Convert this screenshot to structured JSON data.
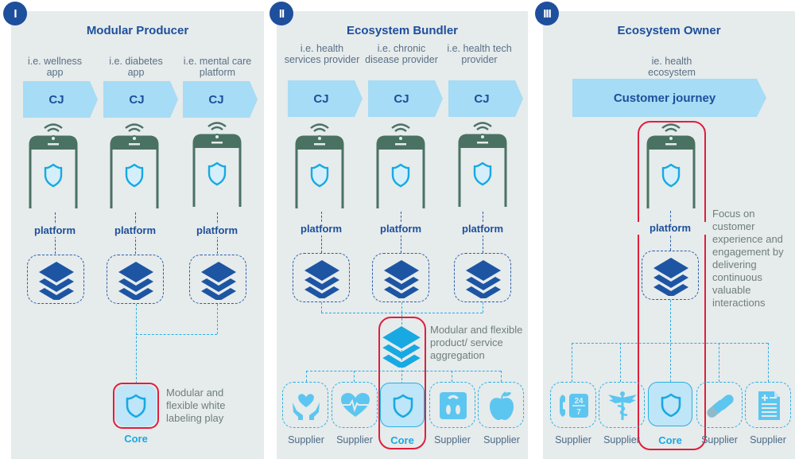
{
  "colors": {
    "panel_bg": "#e6ebec",
    "title_blue": "#1d4f9b",
    "badge_blue": "#1e4f9c",
    "cj_fill": "#a6dcf5",
    "phone_green": "#4a7262",
    "core_cyan": "#18a9e2",
    "highlight_red": "#e01e3c",
    "note_gray": "#6f7f78"
  },
  "panels": [
    {
      "badge": "I",
      "title": "Modular Producer",
      "examples": [
        "i.e. wellness app",
        "i.e. diabetes app",
        "i.e. mental care platform"
      ],
      "journey_labels": [
        "CJ",
        "CJ",
        "CJ"
      ],
      "platform_labels": [
        "platform",
        "platform",
        "platform"
      ],
      "core_label": "Core",
      "note": "Modular and flexible white labeling play"
    },
    {
      "badge": "II",
      "title": "Ecosystem Bundler",
      "examples": [
        "i.e. health services provider",
        "i.e. chronic disease provider",
        "i.e. health tech provider"
      ],
      "journey_labels": [
        "CJ",
        "CJ",
        "CJ"
      ],
      "platform_labels": [
        "platform",
        "platform",
        "platform"
      ],
      "note": "Modular and flexible product/ service aggregation",
      "nodes": [
        {
          "label": "Supplier",
          "icon": "heart-hands-icon"
        },
        {
          "label": "Supplier",
          "icon": "heartbeat-icon"
        },
        {
          "label": "Core",
          "icon": "shield-icon"
        },
        {
          "label": "Supplier",
          "icon": "scale-feet-icon"
        },
        {
          "label": "Supplier",
          "icon": "apple-icon"
        }
      ]
    },
    {
      "badge": "III",
      "title": "Ecosystem Owner",
      "examples": [
        "ie. health ecosystem"
      ],
      "journey_labels": [
        "Customer journey"
      ],
      "platform_labels": [
        "platform"
      ],
      "note": "Focus on customer experience and engagement by delivering continuous valuable interactions",
      "nodes": [
        {
          "label": "Supplier",
          "icon": "phone-24-7-icon"
        },
        {
          "label": "Supplier",
          "icon": "caduceus-icon"
        },
        {
          "label": "Core",
          "icon": "shield-icon"
        },
        {
          "label": "Supplier",
          "icon": "pills-icon"
        },
        {
          "label": "Supplier",
          "icon": "medical-record-icon"
        }
      ]
    }
  ]
}
